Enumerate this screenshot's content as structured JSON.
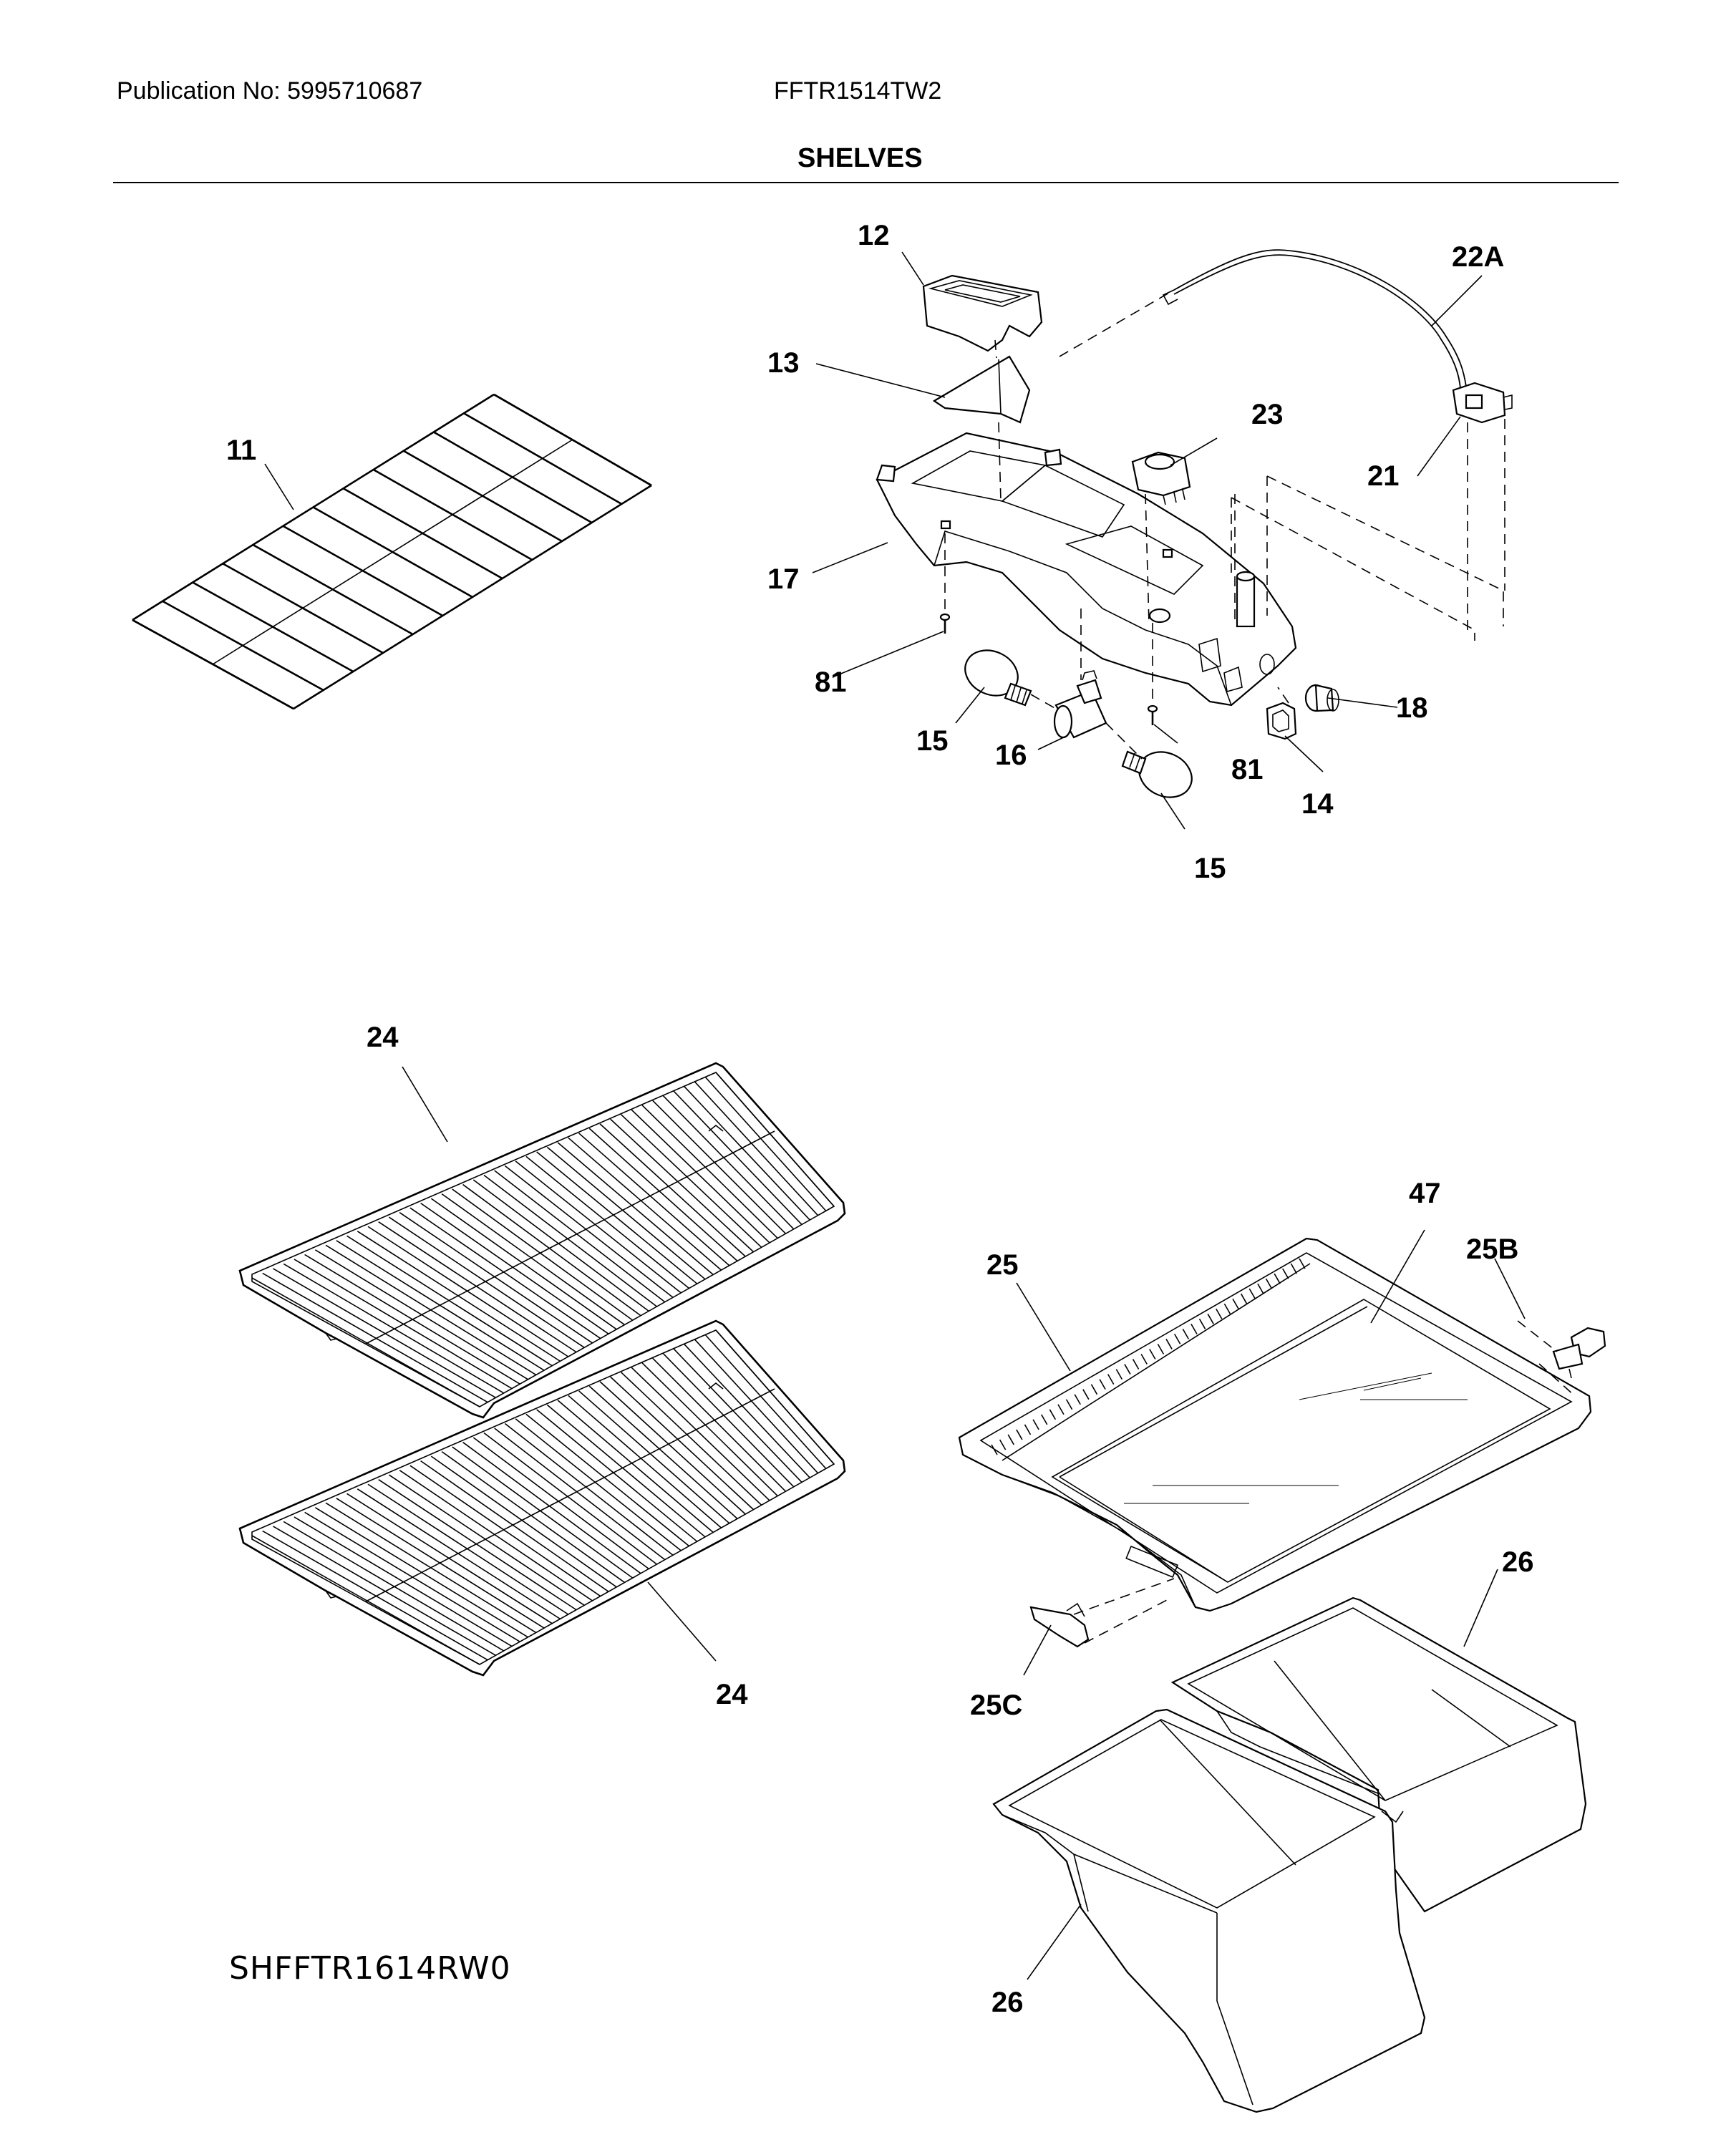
{
  "header": {
    "publication": "Publication No: 5995710687",
    "model": "FFTR1514TW2",
    "section_title": "SHELVES"
  },
  "footer": {
    "drawing_code": "SHFFTR1614RW0"
  },
  "callouts": {
    "c11": "11",
    "c12": "12",
    "c13": "13",
    "c14": "14",
    "c15a": "15",
    "c15b": "15",
    "c16": "16",
    "c17": "17",
    "c18": "18",
    "c21": "21",
    "c22a": "22A",
    "c23": "23",
    "c24a": "24",
    "c24b": "24",
    "c25": "25",
    "c25b": "25B",
    "c25c": "25C",
    "c26a": "26",
    "c26b": "26",
    "c47": "47",
    "c81a": "81",
    "c81b": "81"
  }
}
